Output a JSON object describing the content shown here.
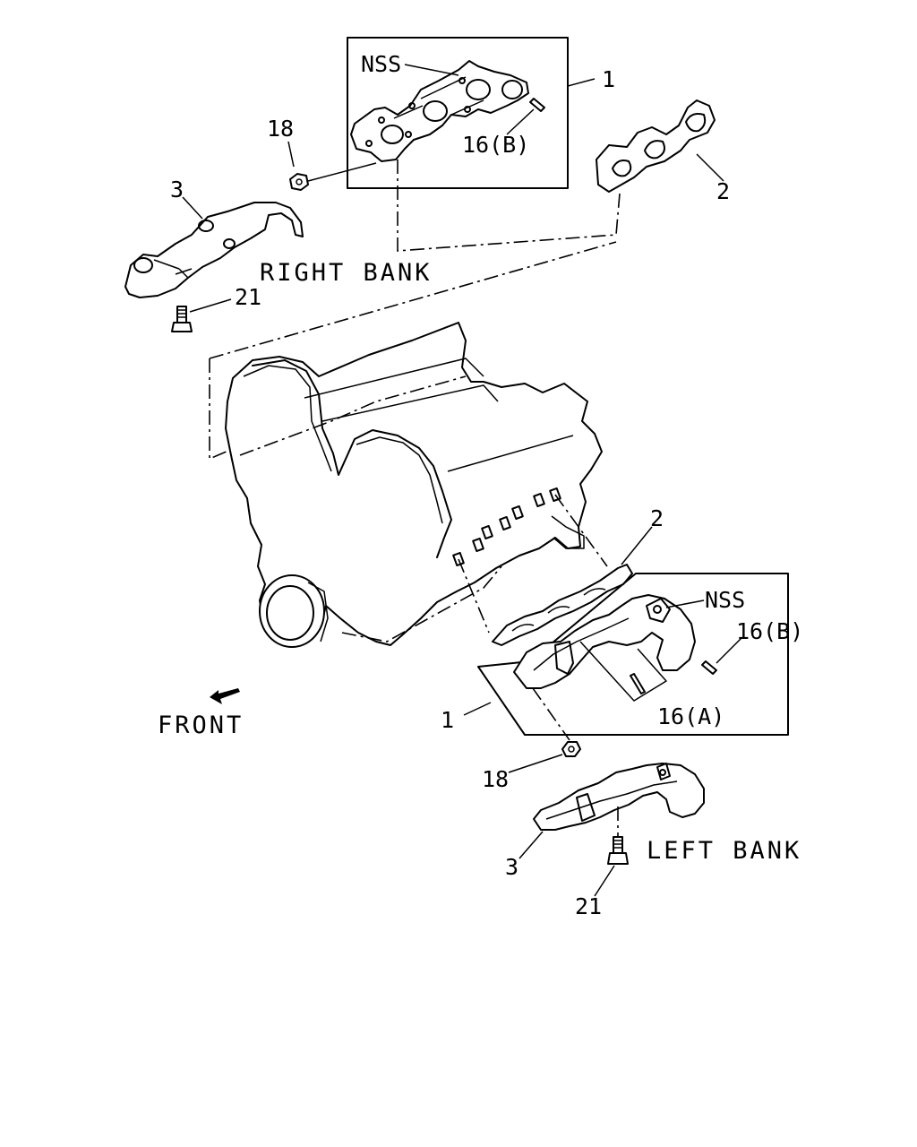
{
  "labels": {
    "nss_top": "NSS",
    "item_1_top": "1",
    "item_16b_top": "16(B)",
    "item_18_top": "18",
    "item_2_top": "2",
    "item_3_top": "3",
    "right_bank": "RIGHT BANK",
    "item_21_top": "21",
    "front": "FRONT",
    "item_2_bottom": "2",
    "nss_bottom": "NSS",
    "item_16b_bottom": "16(B)",
    "item_1_bottom": "1",
    "item_16a": "16(A)",
    "item_18_bottom": "18",
    "left_bank": "LEFT BANK",
    "item_3_bottom": "3",
    "item_21_bottom": "21"
  },
  "icons": {
    "front_arrow": "front-direction-arrow-icon"
  }
}
